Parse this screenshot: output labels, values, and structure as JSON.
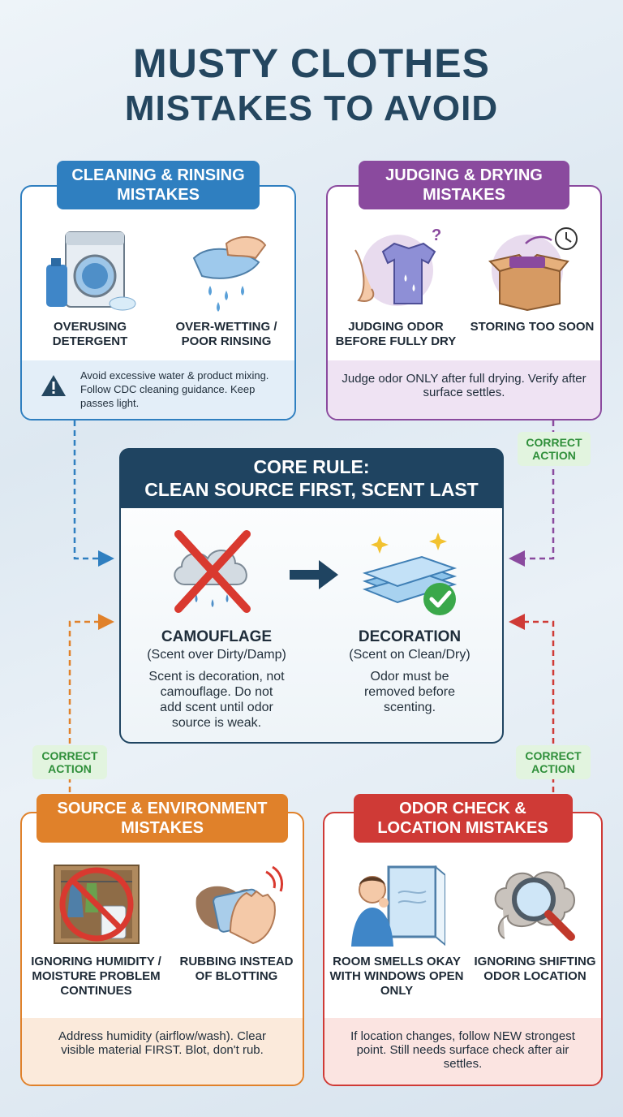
{
  "title": {
    "line1": "MUSTY CLOTHES",
    "line2": "MISTAKES TO AVOID"
  },
  "panels": {
    "clean": {
      "title": "CLEANING & RINSING MISTAKES",
      "items": [
        {
          "label": "OVERUSING DETERGENT",
          "icon": "washing-machine-icon"
        },
        {
          "label": "OVER-WETTING / POOR RINSING",
          "icon": "wringing-cloth-icon"
        }
      ],
      "footer": "Avoid excessive water & product mixing. Follow CDC cleaning guidance. Keep passes light."
    },
    "judge": {
      "title": "JUDGING & DRYING MISTAKES",
      "items": [
        {
          "label": "JUDGING ODOR BEFORE FULLY DRY",
          "icon": "nose-damp-shirt-icon"
        },
        {
          "label": "STORING TOO SOON",
          "icon": "storage-box-clock-icon"
        }
      ],
      "footer": "Judge odor ONLY after full drying. Verify after surface settles."
    },
    "core": {
      "title_line1": "CORE RULE:",
      "title_line2": "CLEAN SOURCE FIRST, SCENT LAST",
      "left": {
        "name": "CAMOUFLAGE",
        "sub": "(Scent over Dirty/Damp)",
        "desc": "Scent is decoration, not camouflage. Do not add scent until odor source is weak."
      },
      "right": {
        "name": "DECORATION",
        "sub": "(Scent on Clean/Dry)",
        "desc": "Odor must be removed before scenting."
      }
    },
    "source": {
      "title": "SOURCE & ENVIRONMENT MISTAKES",
      "items": [
        {
          "label": "IGNORING HUMIDITY / MOISTURE PROBLEM CONTINUES",
          "icon": "humid-closet-icon"
        },
        {
          "label": "RUBBING INSTEAD OF BLOTTING",
          "icon": "rubbing-hand-icon"
        }
      ],
      "footer": "Address humidity (airflow/wash). Clear visible material FIRST. Blot, don't rub."
    },
    "odor": {
      "title": "ODOR CHECK & LOCATION MISTAKES",
      "items": [
        {
          "label": "ROOM SMELLS OKAY WITH WINDOWS OPEN ONLY",
          "icon": "open-window-icon"
        },
        {
          "label": "IGNORING SHIFTING ODOR LOCATION",
          "icon": "magnifier-smoke-icon"
        }
      ],
      "footer": "If location changes, follow NEW strongest point. Still needs surface check after air settles."
    }
  },
  "tags": {
    "correct_action": "CORRECT ACTION"
  },
  "colors": {
    "clean": "#2f7fc0",
    "judge": "#8a4a9e",
    "core": "#1f4461",
    "source": "#e0812a",
    "odor": "#cf3a36",
    "tag_text": "#2f8f3a"
  }
}
